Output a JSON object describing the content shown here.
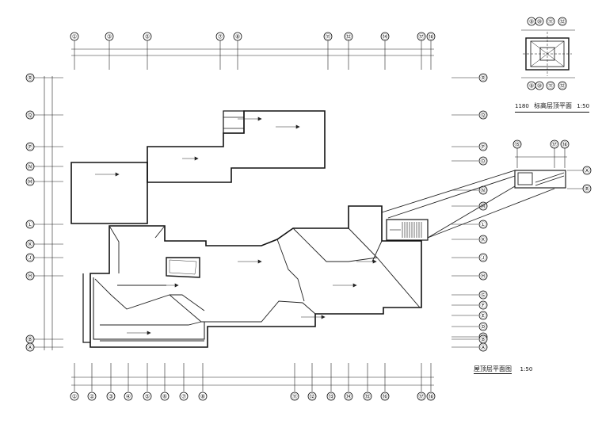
{
  "drawing": {
    "title_roof": "屋顶层平面图",
    "title_roof_scale": "1:50",
    "title_detail": "1180",
    "title_detail_name": "标高层顶平面",
    "title_detail_scale": "1:50",
    "top_grid": [
      "①",
      "③",
      "⑤",
      "⑦",
      "⑧",
      "⑪",
      "⑫",
      "⑭",
      "⑰",
      "⑱"
    ],
    "bottom_grid": [
      "①",
      "②",
      "③",
      "④",
      "⑤",
      "⑥",
      "⑦",
      "⑧",
      "⑪",
      "⑫",
      "⑬",
      "⑭",
      "⑮",
      "⑯",
      "⑰",
      "⑱"
    ],
    "left_grid": [
      "Ⓡ",
      "Ⓠ",
      "Ⓟ",
      "Ⓝ",
      "Ⓜ",
      "Ⓛ",
      "Ⓚ",
      "Ⓙ",
      "Ⓗ",
      "Ⓑ",
      "Ⓐ"
    ],
    "right_grid": [
      "Ⓡ",
      "Ⓠ",
      "Ⓟ",
      "Ⓞ",
      "Ⓝ",
      "Ⓜ",
      "Ⓛ",
      "Ⓚ",
      "Ⓙ",
      "Ⓗ",
      "Ⓖ",
      "Ⓕ",
      "Ⓔ",
      "Ⓓ",
      "Ⓒ",
      "Ⓑ",
      "Ⓐ"
    ],
    "stair_grid_top": [
      "⑮",
      "⑰",
      "⑱"
    ],
    "stair_grid_right": [
      "Ⓐ",
      "Ⓑ"
    ],
    "detail_grid": [
      "⑨",
      "⑩",
      "⑪",
      "⑫"
    ]
  }
}
